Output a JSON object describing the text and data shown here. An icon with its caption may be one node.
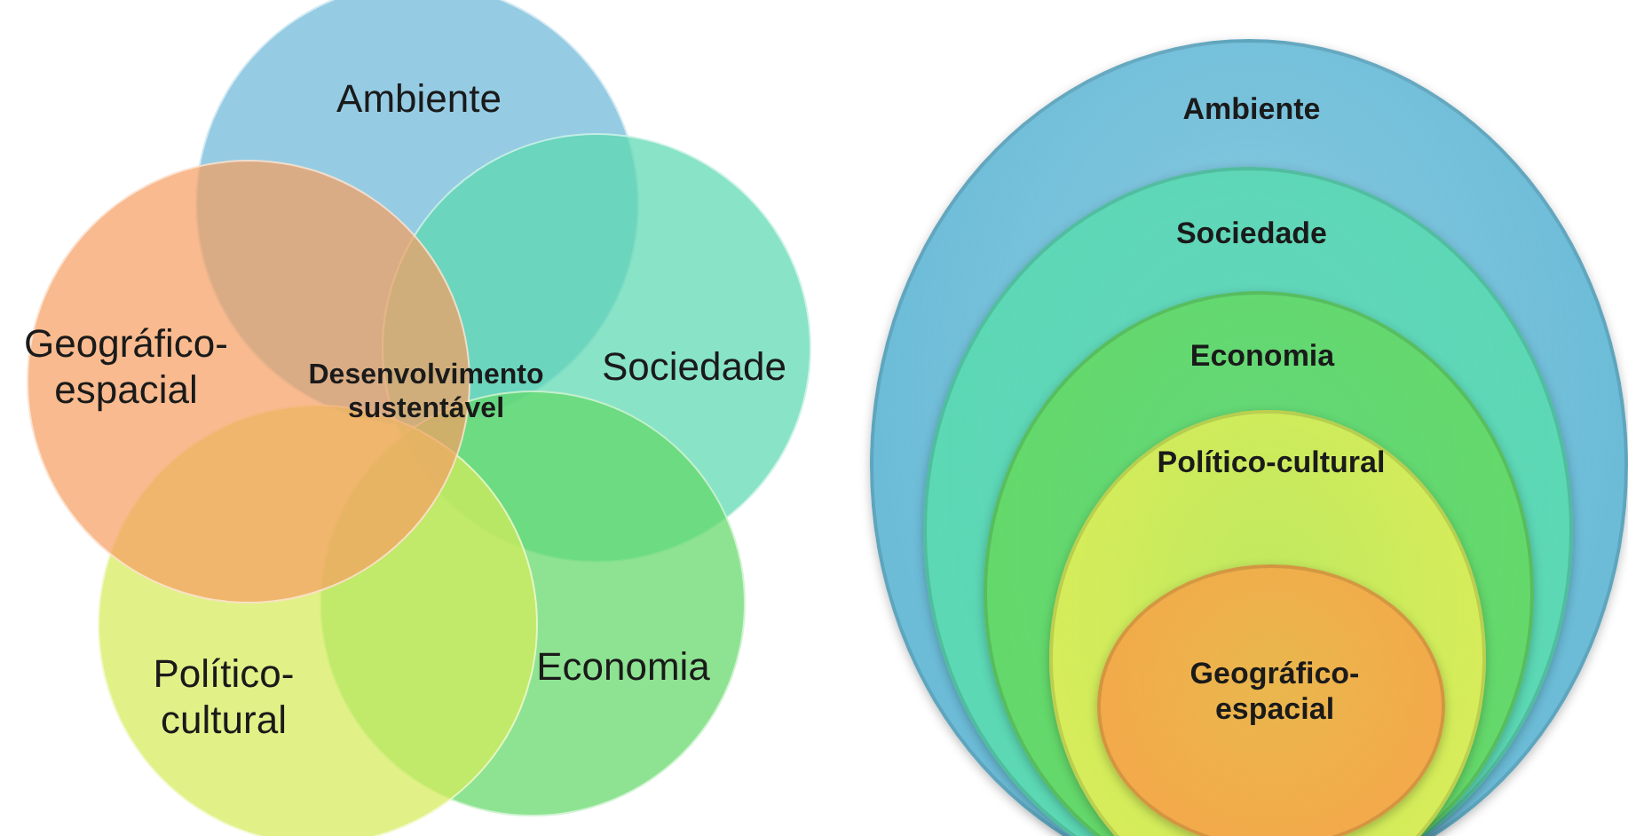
{
  "diagram": {
    "nodes": [
      {
        "text": [
          "Ambiente"
        ]
      },
      {
        "text": [
          "Geográfico-espacial"
        ]
      },
      {
        "text": [
          "Sociedade"
        ]
      },
      {
        "text": [
          "Político-cultural"
        ]
      },
      {
        "text": [
          "Economia"
        ]
      },
      {
        "text": [
          "Ambiente"
        ]
      },
      {
        "text": [
          "Sociedade"
        ],
        "in": 5
      },
      {
        "text": [
          "Economia"
        ],
        "in": 6
      },
      {
        "text": [
          "Político-cultural"
        ],
        "in": 7
      },
      {
        "text": [
          "Geográfico-espacial"
        ],
        "in": 8
      }
    ],
    "labels": [
      "Desenvolvimento sustentável"
    ]
  }
}
